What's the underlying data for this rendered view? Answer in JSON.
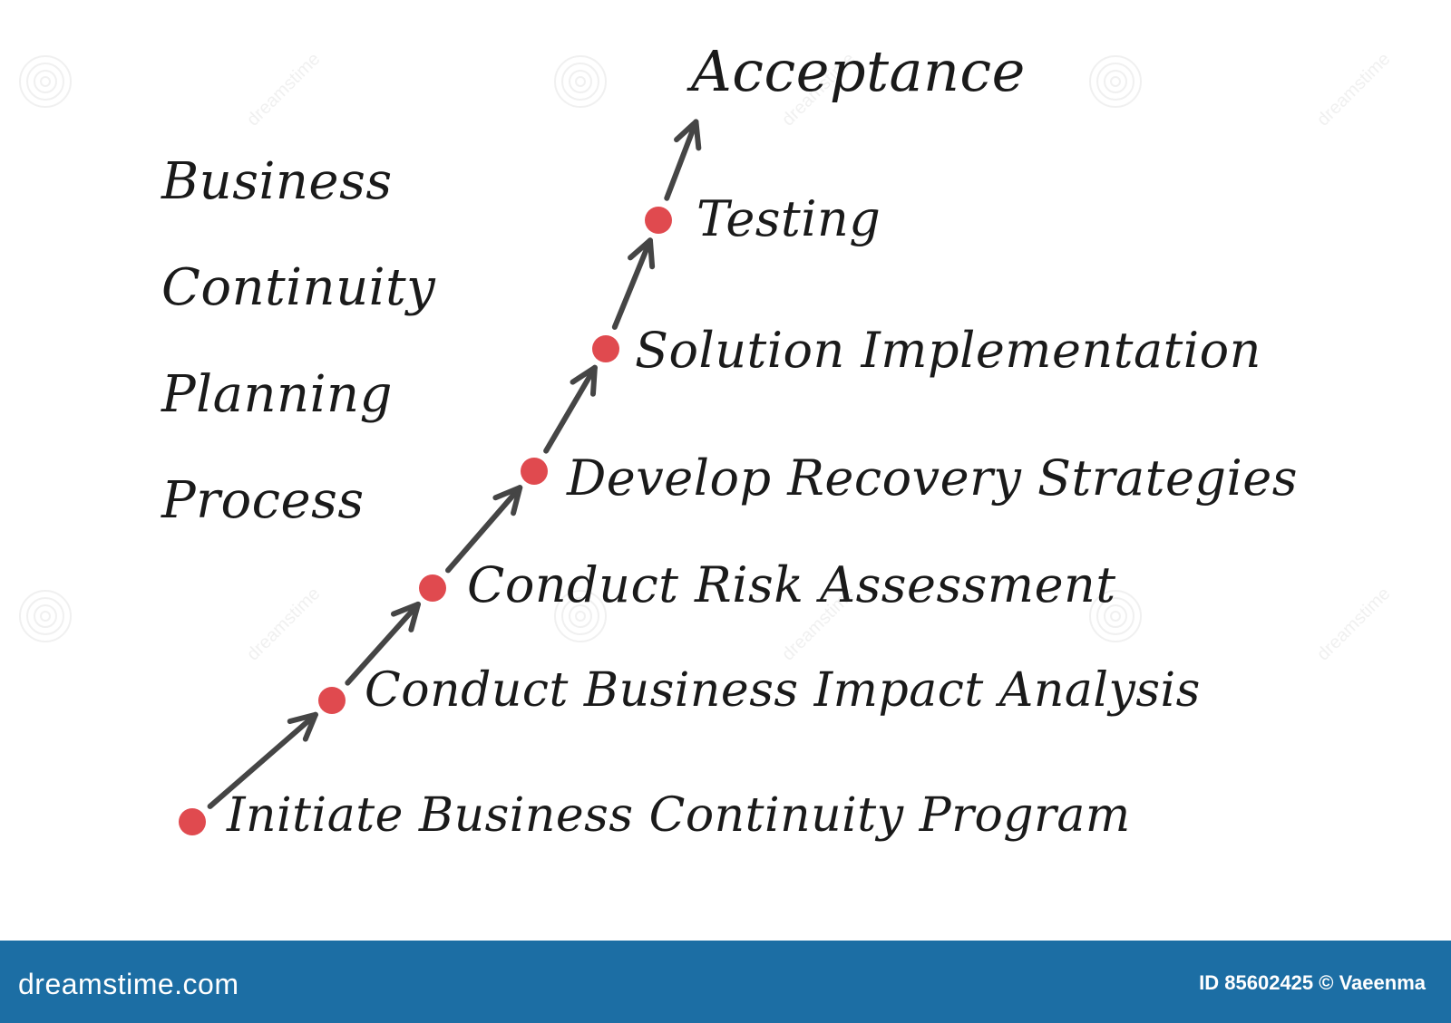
{
  "diagram": {
    "title_lines": [
      "Business",
      "Continuity",
      "Planning",
      "Process"
    ],
    "steps": [
      "Initiate Business Continuity Program",
      "Conduct Business Impact Analysis",
      "Conduct Risk Assessment",
      "Develop Recovery Strategies",
      "Solution Implementation",
      "Testing"
    ],
    "goal": "Acceptance",
    "colors": {
      "dot": "#e04a4f",
      "arrow": "#454545",
      "text": "#1a1a1a"
    }
  },
  "footer": {
    "logo_text": "dreamstime.com",
    "image_id": "ID 85602425 © Vaeenma",
    "background": "#1c6ea4"
  },
  "watermark": {
    "text": "dreamstime"
  }
}
